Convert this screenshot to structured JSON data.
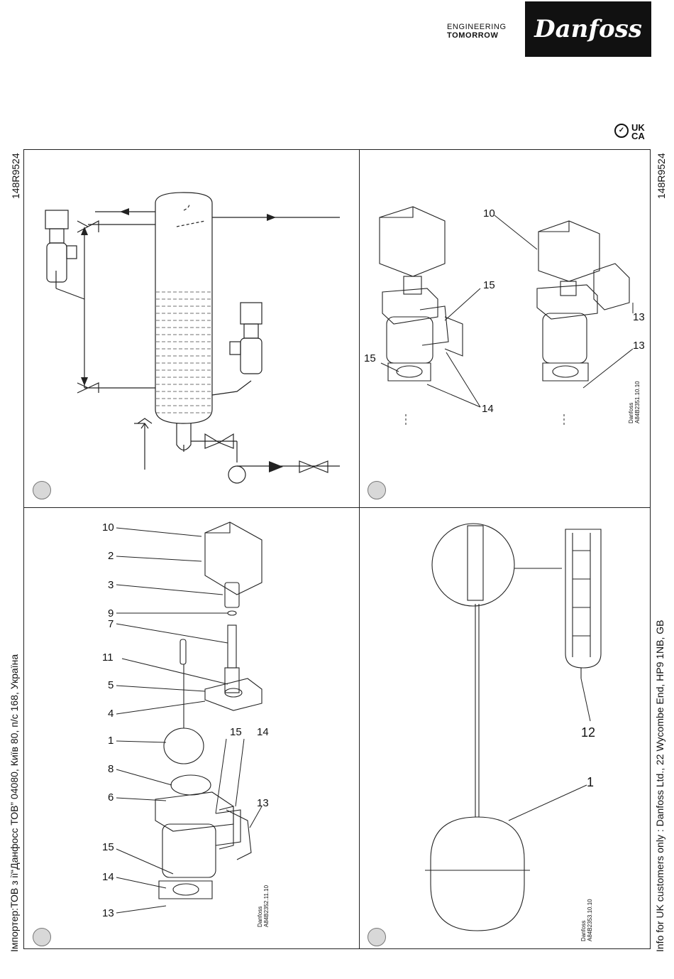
{
  "header": {
    "tagline_line1": "ENGINEERING",
    "tagline_line2": "TOMORROW",
    "logo_text": "Danfoss"
  },
  "ukca": {
    "line1": "UK",
    "line2": "CA"
  },
  "side": {
    "doc_code_left": "148R9524",
    "doc_code_right": "148R9524",
    "importer_text": "Імпортер:ТОВ з ії“Данфосс ТОВ” 04080, Київ 80, п/с 168, Україна",
    "uk_info_text": "Info for UK customers only : Danfoss Ltd., 22 Wycombe End, HP9 1NB, GB"
  },
  "panel2": {
    "labels": [
      "10",
      "15",
      "15",
      "14",
      "13",
      "13"
    ],
    "ref_line1": "Danfoss",
    "ref_line2": "A84B2351.10.10"
  },
  "panel3": {
    "labels": [
      "10",
      "2",
      "3",
      "9",
      "7",
      "11",
      "5",
      "4",
      "1",
      "8",
      "6",
      "15",
      "14",
      "13",
      "15",
      "14",
      "13"
    ],
    "ref_line1": "Danfoss",
    "ref_line2": "A84B2352.11.10"
  },
  "panel4": {
    "labels": [
      "12",
      "1"
    ],
    "ref_line1": "Danfoss",
    "ref_line2": "A84B2353.10.10"
  }
}
